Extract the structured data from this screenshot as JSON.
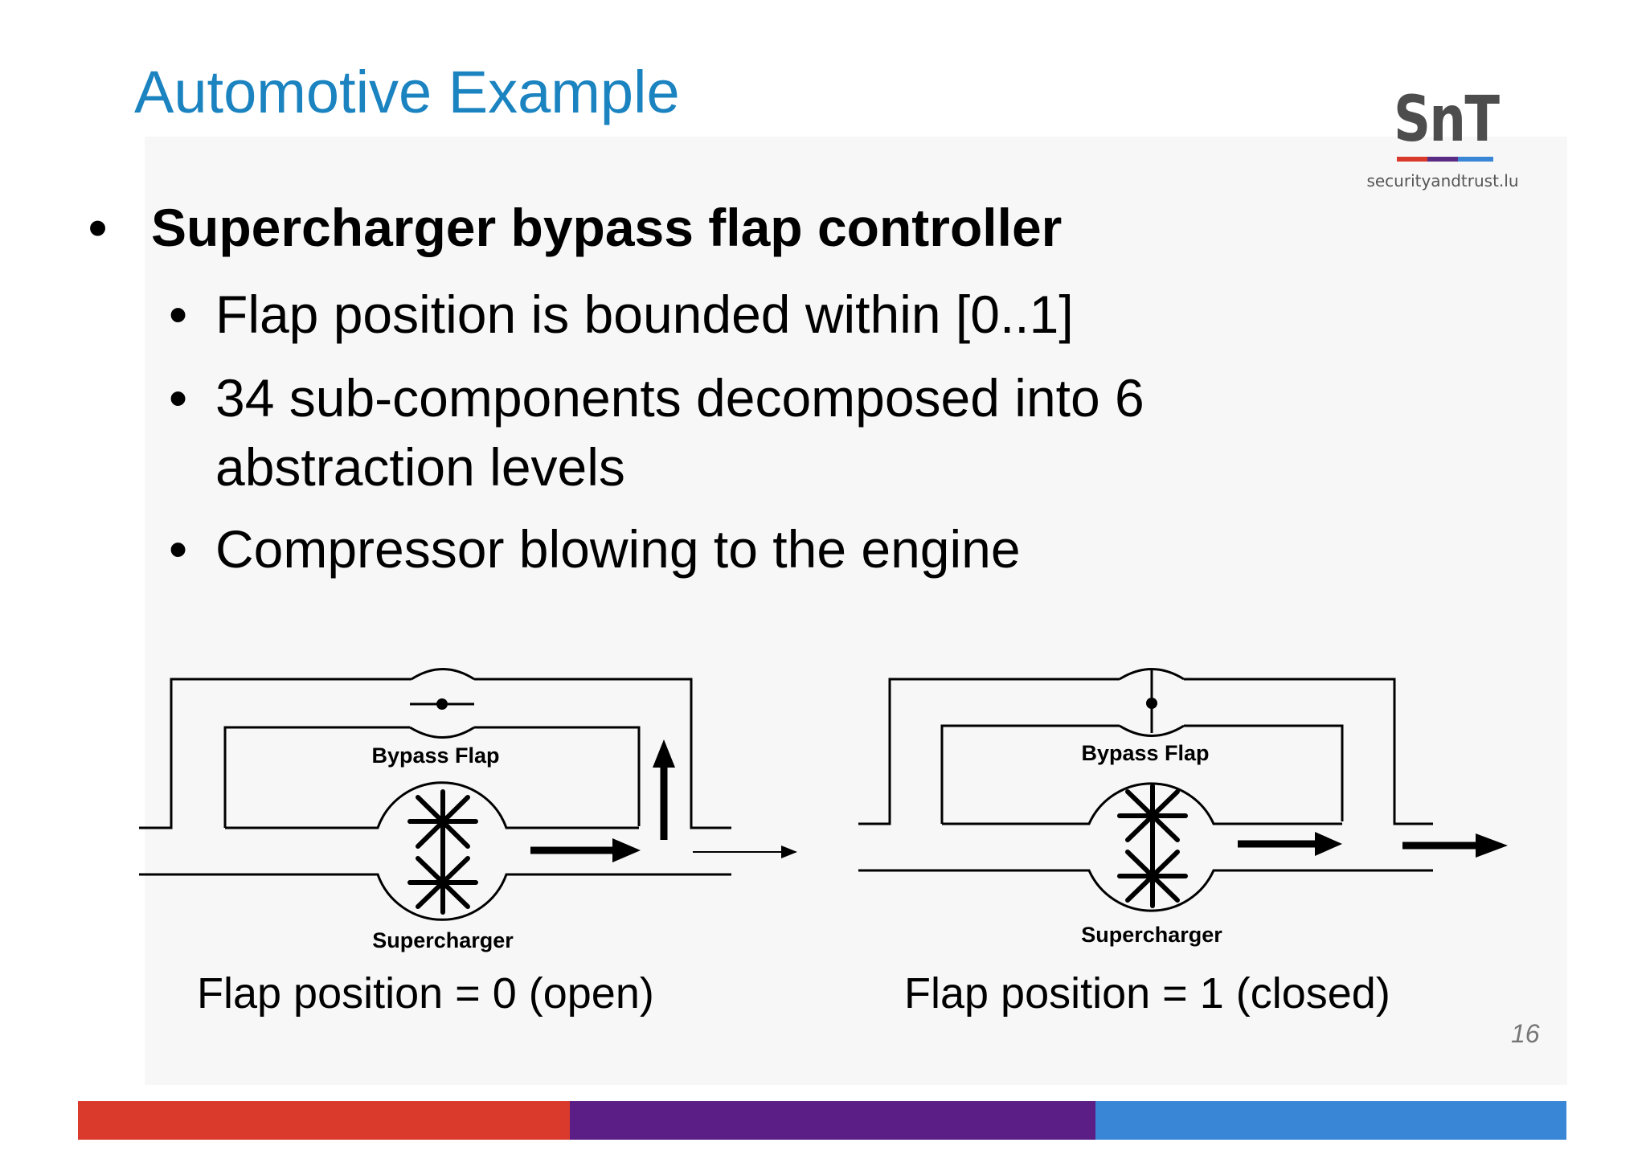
{
  "slide": {
    "title": "Automotive Example",
    "page_number": "16"
  },
  "logo": {
    "mark": "SnT",
    "text": "securityandtrust.lu",
    "colors": [
      "#d93a2b",
      "#5b2c83",
      "#3a86d6"
    ]
  },
  "bullets": {
    "main": "Supercharger bypass flap controller",
    "subs": [
      "Flap position is bounded within [0..1]",
      "34 sub-components decomposed into  6 abstraction levels",
      "Compressor blowing to the engine"
    ]
  },
  "diagrams": [
    {
      "flap_label": "Bypass Flap",
      "supercharger_label": "Supercharger",
      "caption": "Flap position = 0 (open)"
    },
    {
      "flap_label": "Bypass Flap",
      "supercharger_label": "Supercharger",
      "caption": "Flap position = 1 (closed)"
    }
  ],
  "colors": {
    "title": "#1a83c0",
    "footer_red": "#d93a2b",
    "footer_purple": "#5b1e86",
    "footer_blue": "#3a86d6"
  }
}
